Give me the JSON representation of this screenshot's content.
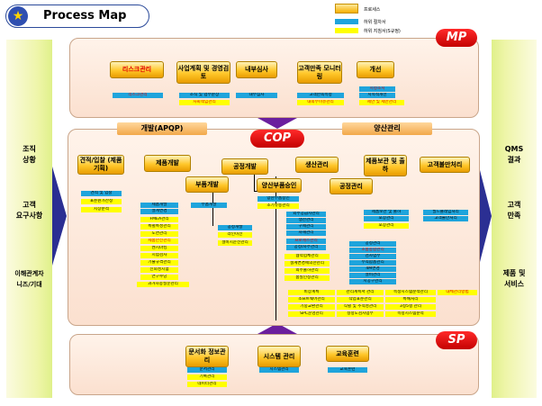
{
  "title": "Process Map",
  "legend": {
    "process": "프로세스",
    "sub_procedure": "하위 절차서",
    "sub_guide": "하위 지침서(S규정)"
  },
  "left_panel": {
    "line1": "조직",
    "line2": "상황",
    "line3": "고객",
    "line4": "요구사항",
    "line5": "이해관계자",
    "line6": "니즈/기대"
  },
  "right_panel": {
    "line1": "QMS",
    "line2": "결과",
    "line3": "고객",
    "line4": "만족",
    "line5": "제품 및",
    "line6": "서비스"
  },
  "sections": {
    "mp": "MP",
    "cop": "COP",
    "sp": "SP",
    "apqp": "개발(APQP)",
    "production": "양산관리"
  },
  "mp": {
    "risk": {
      "label": "리스크관리",
      "items": [
        "리스크관리"
      ]
    },
    "biz": {
      "label": "사업계획 및 경영검토",
      "items": [
        "조직 및 업무분장",
        "사회책임관리"
      ]
    },
    "audit": {
      "label": "내부심사",
      "items": [
        "내부심사"
      ]
    },
    "csm": {
      "label": "고객만족 모니터링",
      "items": [
        "고객만족측정",
        "내외부이슈관리"
      ]
    },
    "improve": {
      "label": "개선",
      "items": [
        "시정조치",
        "지속적개선",
        "제안 및 제안관리"
      ]
    }
  },
  "cop": {
    "quote": {
      "label": "견적/입찰 (제품기획)",
      "items": [
        "견적 및 입찰",
        "표준원가산정",
        "시장분석"
      ]
    },
    "prod_dev": {
      "label": "제품개발",
      "items": [
        "제품개발",
        "설계변경",
        "FMEA관리",
        "특별특성관리",
        "도면관리",
        "제품안전관리",
        "벤치마킹",
        "시험검사",
        "기술규격관리",
        "신뢰성시험",
        "연구수당",
        "과거차종질문관리"
      ]
    },
    "proc_dev": {
      "label": "공정개발",
      "items": [
        "공정개발",
        "라인이전",
        "설비시운전관리"
      ]
    },
    "parts_dev": {
      "label": "부품개발",
      "items": [
        "부품개발"
      ]
    },
    "ppap": {
      "label": "양산부품승인",
      "items": [
        "양산부품승인",
        "초기유동관리"
      ]
    },
    "prod_mgmt": {
      "label": "생산관리",
      "items": [
        "외주공급사관리",
        "생산관리",
        "구매관리",
        "자재관리",
        "프로세스관리",
        "공정/자주관리",
        "협력업체관리",
        "설계변경에의한관리",
        "외주출하관리",
        "품질인정관리"
      ]
    },
    "storage": {
      "label": "제품보관 및 출하",
      "items": [
        "제품보관 및 출하",
        "포장관리",
        "포장관리"
      ]
    },
    "process_mgmt": {
      "label": "공정관리",
      "items": [
        "공정관리",
        "초품종합관리",
        "검사업무",
        "부적합품관리",
        "4M변경",
        "설비관리",
        "지공구관리"
      ]
    },
    "claims": {
      "label": "고객불만처리",
      "items": [
        "필드클레임처리",
        "고객불만처리"
      ]
    },
    "guides1": [
      "비상계획",
      "소프트웨어관리",
      "기중교환관리",
      "SPC운영관리"
    ],
    "guides2": [
      "관리계획서 관리",
      "작업표준관리",
      "식별 및 추적성관리",
      "정정도검사업무"
    ],
    "guides3": [
      "측정시스템분석관리",
      "특채처리",
      "3정5행 관리",
      "측정시스템분석"
    ],
    "guide4": "대체관리방법"
  },
  "sp": {
    "docs": {
      "label": "문서화 정보관리",
      "items": [
        "문서관리",
        "기록관리",
        "데이터관리"
      ]
    },
    "system": {
      "label": "시스템 관리",
      "items": [
        "시스템관리"
      ]
    },
    "training": {
      "label": "교육훈련",
      "items": [
        "교육훈련"
      ]
    }
  },
  "colors": {
    "accent_red": "#e00000",
    "sub_procedure_blue": "#1ea4dc",
    "sub_guide_yellow": "#ffff00",
    "arrow_navy": "#2b2f93",
    "arrow_purple": "#6a1f9e"
  }
}
